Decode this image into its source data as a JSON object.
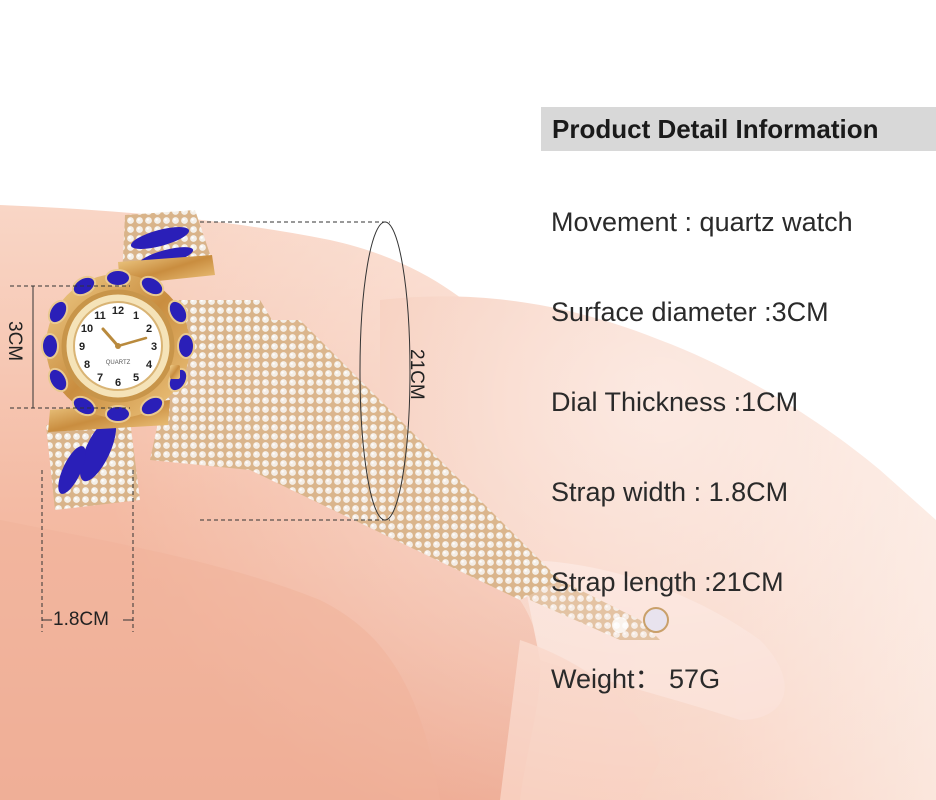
{
  "header": {
    "title": "Product Detail Information"
  },
  "specs": [
    "Movement : quartz watch",
    "Surface diameter :3CM",
    "Dial Thickness :1CM",
    "Strap width :  1.8CM",
    "Strap length :21CM",
    "Weight： 57G"
  ],
  "dimensions": {
    "dial": "3CM",
    "strap_length": "21CM",
    "strap_width": "1.8CM"
  },
  "dial_numerals": [
    "12",
    "1",
    "2",
    "3",
    "4",
    "5",
    "6",
    "7",
    "8",
    "9",
    "10",
    "11"
  ],
  "dial_brand": "QUARTZ",
  "colors": {
    "skin": "#f6c6b3",
    "skin_shadow": "#eaa58f",
    "gold": "#d9a15a",
    "stone_blue": "#2a1fb8",
    "header_bg": "#d8d8d8"
  }
}
